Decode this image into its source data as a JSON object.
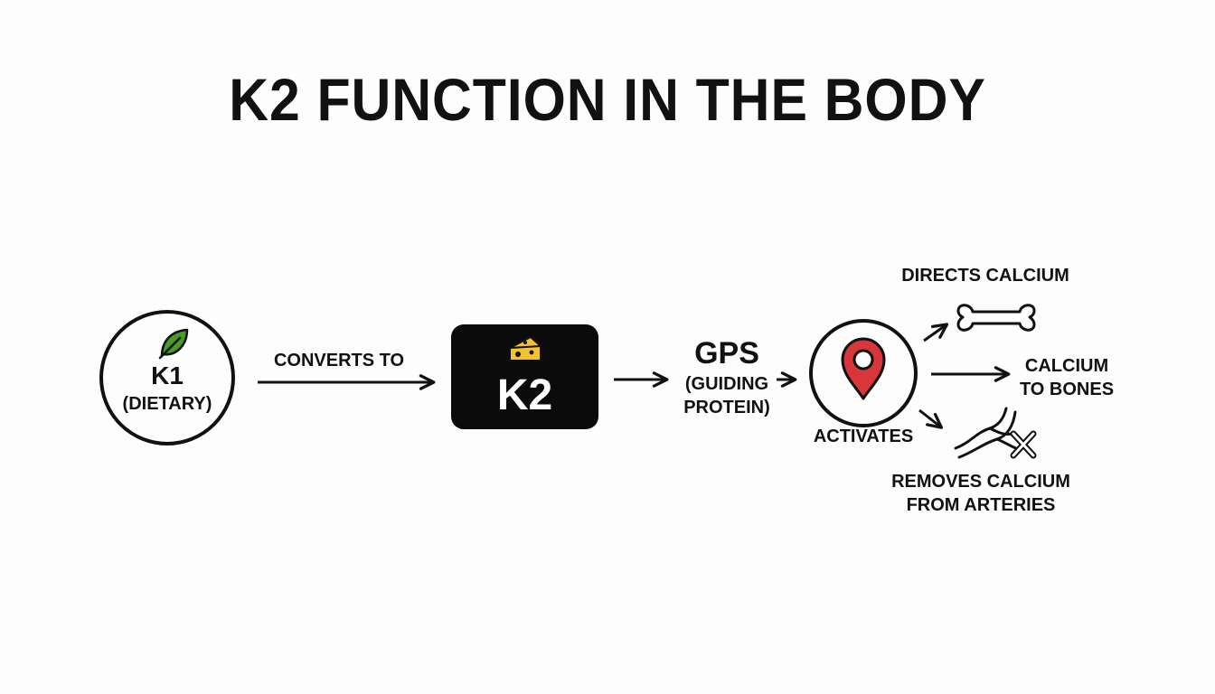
{
  "title": "K2 FUNCTION IN THE BODY",
  "nodes": {
    "k1": {
      "name": "K1",
      "sub": "(DIETARY)",
      "icon": "leaf-icon"
    },
    "k2": {
      "name": "K2",
      "icon": "cheese-icon"
    },
    "gps": {
      "name": "GPS",
      "line1": "(GUIDING",
      "line2": "PROTEIN)"
    },
    "activator": {
      "icon": "location-pin-icon",
      "label": "ACTIVATES"
    }
  },
  "edges": {
    "k1_to_k2": "CONVERTS TO"
  },
  "outcomes": {
    "directs": {
      "label": "DIRECTS CALCIUM",
      "icon": "bone-icon"
    },
    "bones": {
      "line1": "CALCIUM",
      "line2": "TO BONES"
    },
    "arteries": {
      "line1": "REMOVES CALCIUM",
      "line2": "FROM ARTERIES",
      "icon": "artery-icon"
    }
  },
  "colors": {
    "leaf": "#4a9a2a",
    "cheese": "#f2c230",
    "pin": "#d8363a",
    "box": "#0b0b0b",
    "ink": "#111111"
  }
}
